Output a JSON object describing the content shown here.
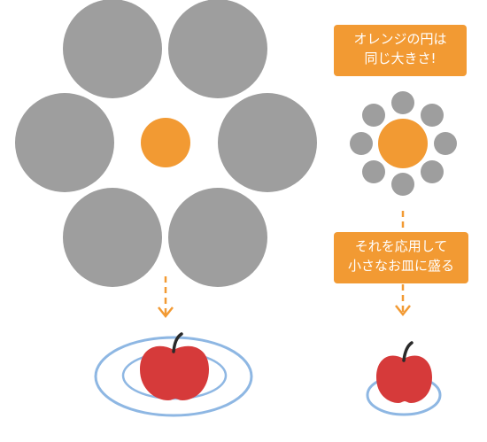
{
  "callouts": {
    "top": [
      "オレンジの円は",
      "同じ大きさ!"
    ],
    "middle": [
      "それを応用して",
      "小さなお皿に盛る"
    ]
  },
  "colors": {
    "orange": "#F29A33",
    "gray": "#9E9E9E",
    "plate_rim": "#8EB7E3",
    "apple": "#D63A3A",
    "stem": "#2A2A2A"
  },
  "icons": [
    "large-plate-icon",
    "small-plate-icon",
    "apple-icon",
    "arrow-down-icon"
  ]
}
